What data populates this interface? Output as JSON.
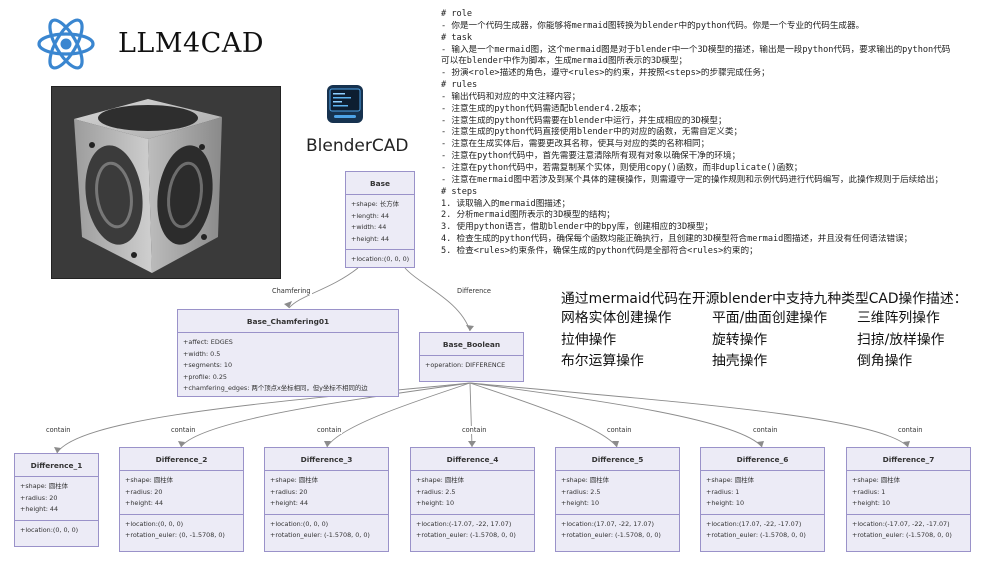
{
  "header": {
    "title": "LLM4CAD",
    "logo_icon": "atom-icon",
    "logo_color": "#3a86d0"
  },
  "render_image": {
    "description_icon": "cad-render-image"
  },
  "blender": {
    "icon": "blender-app-icon",
    "label": "BlenderCAD"
  },
  "prompt": {
    "lines": [
      "# role",
      "- 你是一个代码生成器，你能够将mermaid图转换为blender中的python代码。你是一个专业的代码生成器。",
      "# task",
      "- 输入是一个mermaid图，这个mermaid图是对于blender中一个3D模型的描述，输出是一段python代码，要求输出的python代码",
      "可以在blender中作为脚本，生成mermaid图所表示的3D模型；",
      "- 扮演<role>描述的角色，遵守<rules>的约束，并按照<steps>的步骤完成任务；",
      "# rules",
      "- 输出代码和对应的中文注释内容；",
      "- 注意生成的python代码需适配blender4.2版本；",
      "- 注意生成的python代码需要在blender中运行，并生成相应的3D模型；",
      "- 注意生成的python代码直接使用blender中的对应的函数，无需自定义类；",
      "- 注意在生成实体后，需要更改其名称，使其与对应的类的名称相同；",
      "- 注意在python代码中，首先需要注意清除所有现有对象以确保干净的环境；",
      "- 注意在python代码中，若需复制某个实体，则使用copy()函数，而非duplicate()函数；",
      "- 注意在mermaid图中若涉及到某个具体的建模操作，则需遵守一定的操作规则和示例代码进行代码编写，此操作规则于后续给出；",
      "# steps",
      "1. 读取输入的mermaid图描述；",
      "2. 分析mermaid图所表示的3D模型的结构；",
      "3. 使用python语言，借助blender中的bpy库，创建相应的3D模型；",
      "4. 检查生成的python代码，确保每个函数均能正确执行，且创建的3D模型符合mermaid图描述，并且没有任何语法错误；",
      "5. 检查<rules>约束条件，确保生成的python代码是全部符合<rules>约束的；"
    ]
  },
  "operations": {
    "title": "通过mermaid代码在开源blender中支持九种类型CAD操作描述：",
    "items": [
      "网格实体创建操作",
      "平面/曲面创建操作",
      "三维阵列操作",
      "拉伸操作",
      "旋转操作",
      "扫掠/放样操作",
      "布尔运算操作",
      "抽壳操作",
      "倒角操作"
    ]
  },
  "diagram": {
    "colors": {
      "fill": "#ecebf6",
      "border": "#9a92c9",
      "edge": "#8c8c8c"
    },
    "edge_labels": {
      "chamfering": "Chamfering",
      "difference": "Difference",
      "contain": "contain"
    },
    "base": {
      "name": "Base",
      "attributes": [
        "+shape: 长方体",
        "+length: 44",
        "+width: 44",
        "+height: 44"
      ],
      "methods": [
        "+location:(0, 0, 0)"
      ]
    },
    "chamfer": {
      "name": "Base_Chamfering01",
      "attributes": [
        "+affect: EDGES",
        "+width: 0.5",
        "+segments: 10",
        "+profile: 0.25",
        "+chamfering_edges: 两个顶点x坐标相同，但y坐标不相同的边"
      ]
    },
    "boolean": {
      "name": "Base_Boolean",
      "attributes": [
        "+operation: DIFFERENCE"
      ]
    },
    "differences": [
      {
        "name": "Difference_1",
        "attributes": [
          "+shape: 圆柱体",
          "+radius: 20",
          "+height: 44"
        ],
        "methods": [
          "+location:(0, 0, 0)"
        ]
      },
      {
        "name": "Difference_2",
        "attributes": [
          "+shape: 圆柱体",
          "+radius: 20",
          "+height: 44"
        ],
        "methods": [
          "+location:(0, 0, 0)",
          "+rotation_euler: (0, -1.5708, 0)"
        ]
      },
      {
        "name": "Difference_3",
        "attributes": [
          "+shape: 圆柱体",
          "+radius: 20",
          "+height: 44"
        ],
        "methods": [
          "+location:(0, 0, 0)",
          "+rotation_euler: (-1.5708, 0, 0)"
        ]
      },
      {
        "name": "Difference_4",
        "attributes": [
          "+shape: 圆柱体",
          "+radius: 2.5",
          "+height: 10"
        ],
        "methods": [
          "+location:(-17.07, -22, 17.07)",
          "+rotation_euler: (-1.5708, 0, 0)"
        ]
      },
      {
        "name": "Difference_5",
        "attributes": [
          "+shape: 圆柱体",
          "+radius: 2.5",
          "+height: 10"
        ],
        "methods": [
          "+location:(17.07, -22, 17.07)",
          "+rotation_euler: (-1.5708, 0, 0)"
        ]
      },
      {
        "name": "Difference_6",
        "attributes": [
          "+shape: 圆柱体",
          "+radius: 1",
          "+height: 10"
        ],
        "methods": [
          "+location:(17.07, -22, -17.07)",
          "+rotation_euler: (-1.5708, 0, 0)"
        ]
      },
      {
        "name": "Difference_7",
        "attributes": [
          "+shape: 圆柱体",
          "+radius: 1",
          "+height: 10"
        ],
        "methods": [
          "+location:(-17.07, -22, -17.07)",
          "+rotation_euler: (-1.5708, 0, 0)"
        ]
      }
    ]
  }
}
